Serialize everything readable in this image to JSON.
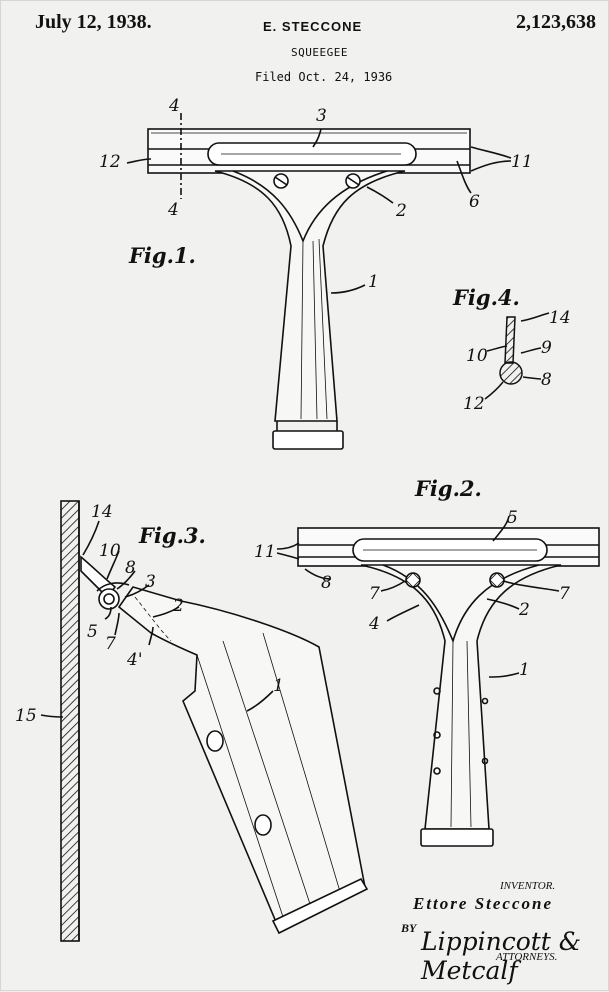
{
  "header": {
    "date": "July 12, 1938.",
    "inventor_name": "E. STECCONE",
    "patent_number": "2,123,638",
    "title": "SQUEEGEE",
    "filed": "Filed Oct. 24, 1936"
  },
  "figures": {
    "fig1": "Fig.1.",
    "fig2": "Fig.2.",
    "fig3": "Fig.3.",
    "fig4": "Fig.4."
  },
  "fig1_labels": {
    "l3": "3",
    "l12": "12",
    "l11": "11",
    "l6": "6",
    "l2": "2",
    "l1": "1",
    "l4a": "4",
    "l4b": "4"
  },
  "fig4_labels": {
    "l14": "14",
    "l10": "10",
    "l9": "9",
    "l8": "8",
    "l12": "12"
  },
  "fig2_labels": {
    "l5": "5",
    "l11": "11",
    "l8": "8",
    "l7a": "7",
    "l7b": "7",
    "l4": "4",
    "l2": "2",
    "l1": "1"
  },
  "fig3_labels": {
    "l14": "14",
    "l10": "10",
    "l8": "8",
    "l3": "3",
    "l2": "2",
    "l5": "5",
    "l7": "7",
    "l4": "4'",
    "l15": "15",
    "l1": "1"
  },
  "signature": {
    "inventor_label": "INVENTOR.",
    "inventor_name": "Ettore Steccone",
    "by": "BY",
    "attorney_signature": "Lippincott & Metcalf",
    "attorneys_label": "ATTORNEYS."
  }
}
